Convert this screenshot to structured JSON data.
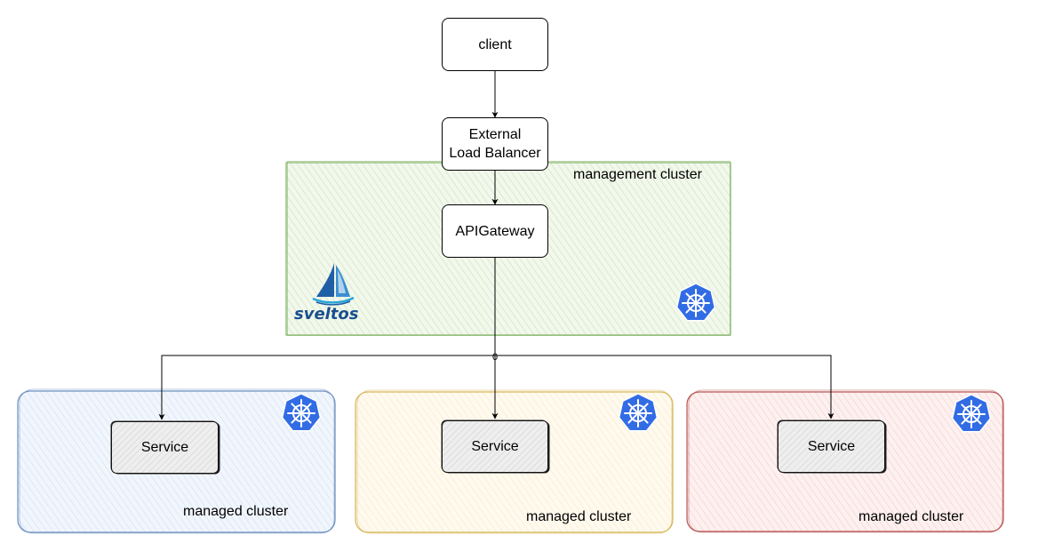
{
  "colors": {
    "management_stroke": "#82b366",
    "management_fill": "#e3f0d8",
    "managed_blue_stroke": "#6c8ebf",
    "managed_blue_fill": "#dae8fc",
    "managed_yellow_stroke": "#d6b656",
    "managed_yellow_fill": "#fff2cc",
    "managed_red_stroke": "#b85450",
    "managed_red_fill": "#f8cecc",
    "kubernetes_blue": "#326ce5",
    "sveltos_blue": "#1a4f8f"
  },
  "nodes": {
    "client": "client",
    "load_balancer": "External\nLoad Balancer",
    "api_gateway": "APIGateway"
  },
  "management_cluster": {
    "label": "management cluster"
  },
  "sveltos_logo": {
    "text": "sveltos",
    "icon": "sveltos-sailboat-logo"
  },
  "junction_label": "0",
  "managed_clusters": [
    {
      "label": "managed cluster",
      "service": "Service",
      "icon": "kubernetes-icon"
    },
    {
      "label": "managed cluster",
      "service": "Service",
      "icon": "kubernetes-icon"
    },
    {
      "label": "managed cluster",
      "service": "Service",
      "icon": "kubernetes-icon"
    }
  ]
}
